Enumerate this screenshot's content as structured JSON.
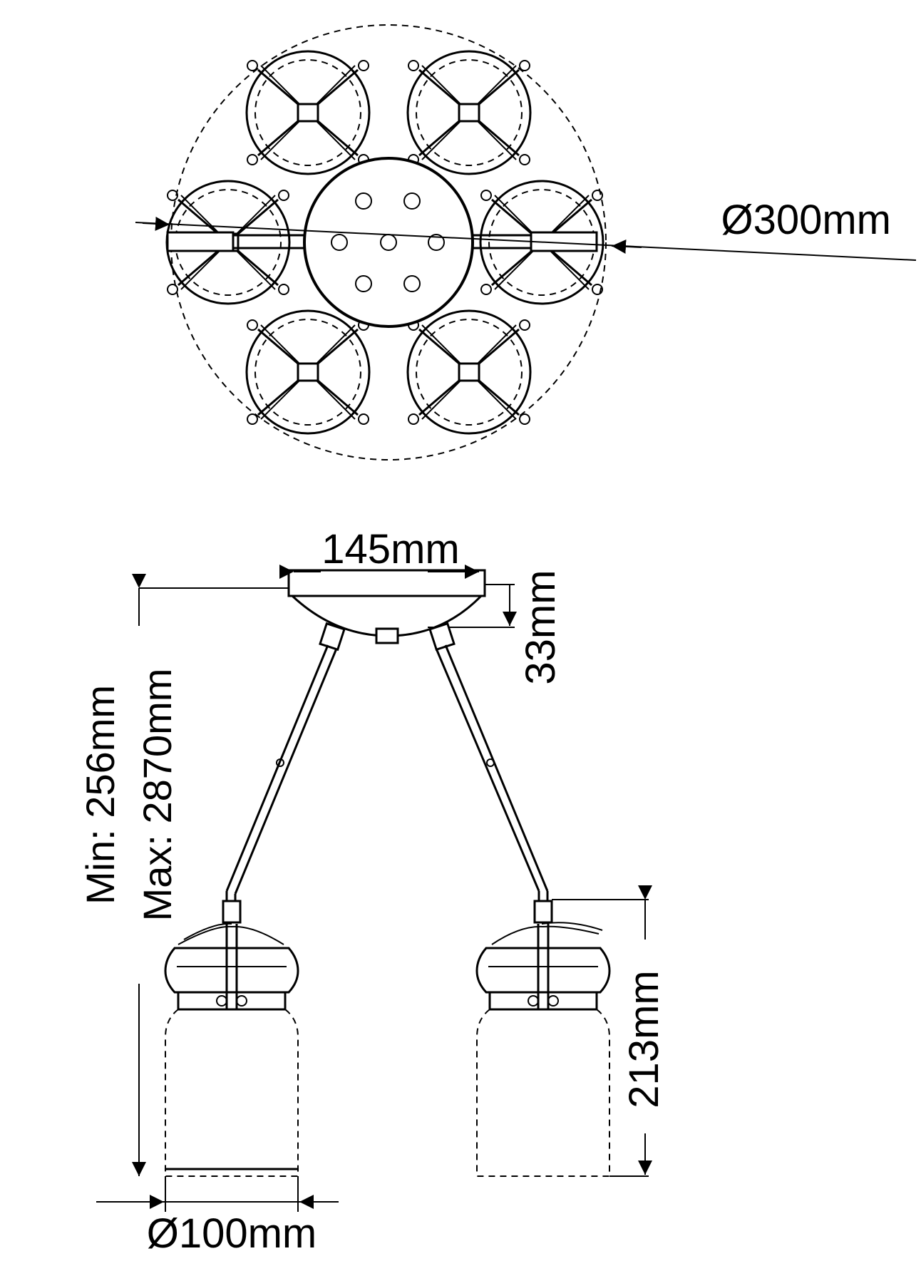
{
  "dimensions": {
    "canopy_diameter_top": "Ø300mm",
    "canopy_width": "145mm",
    "canopy_height": "33mm",
    "drop_min": "Min: 256mm",
    "drop_max": "Max: 2870mm",
    "shade_height": "213mm",
    "shade_diameter": "Ø100mm"
  }
}
